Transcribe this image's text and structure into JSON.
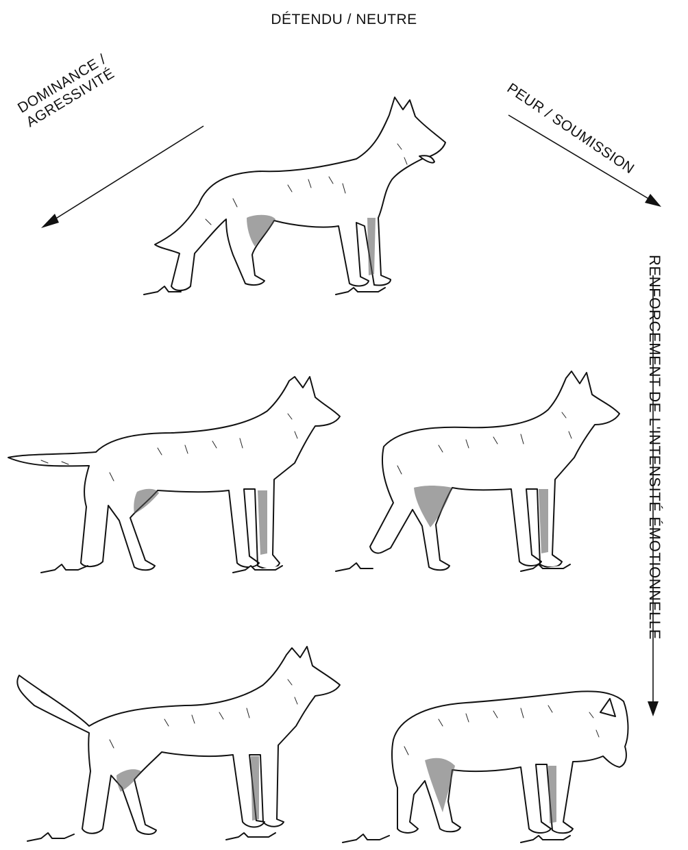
{
  "labels": {
    "top": "DÉTENDU / NEUTRE",
    "dominance_line1": "DOMINANCE /",
    "dominance_line2": "AGRESSIVITÉ",
    "fear": "PEUR / SOUMISSION",
    "intensity": "RENFORCEMENT DE L'INTENSITÉ ÉMOTIONNELLE"
  },
  "dogs": [
    {
      "id": "neutral",
      "posture": "relaxed, tail down, mouth open"
    },
    {
      "id": "dominant-mid",
      "posture": "tail horizontal, ears forward"
    },
    {
      "id": "fear-mid",
      "posture": "tail tucked, lowered body"
    },
    {
      "id": "dominant-high",
      "posture": "tail raised high, head high"
    },
    {
      "id": "fear-high",
      "posture": "head lowered, tail tucked, ears back"
    }
  ]
}
